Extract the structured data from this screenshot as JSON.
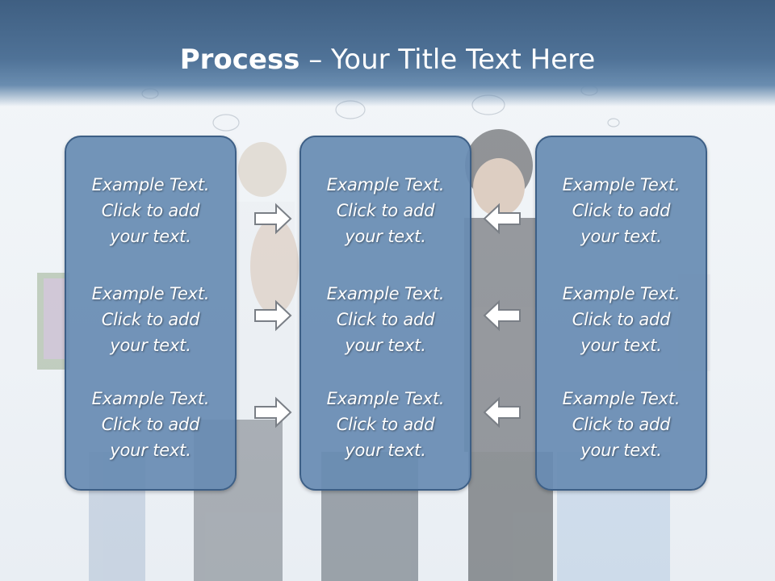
{
  "title": {
    "bold": "Process",
    "rest": " – Your Title Text Here"
  },
  "columns": [
    {
      "items": [
        "Example Text.\nClick  to add\nyour text.",
        "Example Text.\nClick  to add\nyour text.",
        "Example Text.\nClick  to add\nyour text."
      ]
    },
    {
      "items": [
        "Example Text.\nClick  to add\nyour text.",
        "Example Text.\nClick  to add\nyour text.",
        "Example Text.\nClick  to add\nyour text."
      ]
    },
    {
      "items": [
        "Example Text.\nClick  to add\nyour text.",
        "Example Text.\nClick  to add\nyour text.",
        "Example Text.\nClick  to add\nyour text."
      ]
    }
  ],
  "arrows": {
    "left_group": "arrow-right-icon",
    "right_group": "arrow-left-icon"
  },
  "colors": {
    "header": "#46688d",
    "panel_fill": "#688cb3",
    "panel_border": "#3d5f86",
    "text": "#ffffff"
  }
}
